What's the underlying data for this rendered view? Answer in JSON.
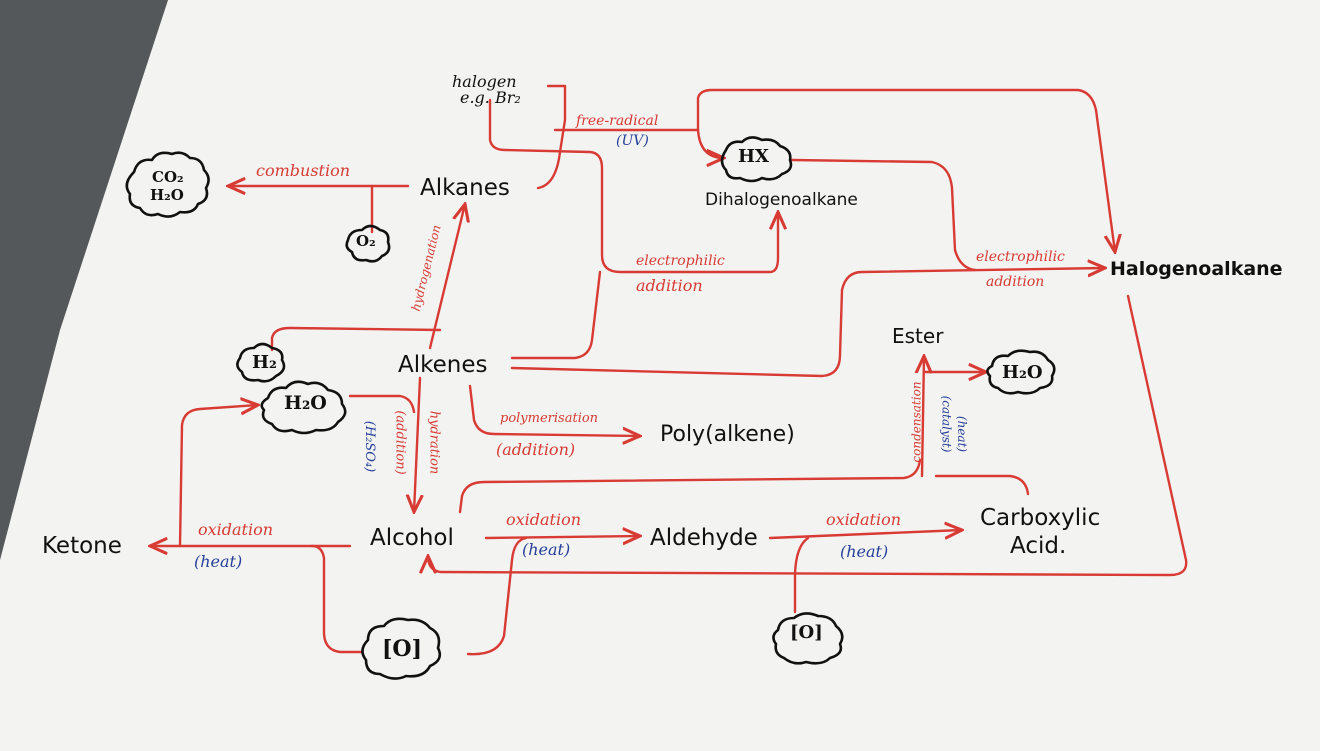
{
  "nodes": {
    "alkanes": "Alkanes",
    "alkenes": "Alkenes",
    "alcohol": "Alcohol",
    "aldehyde": "Aldehyde",
    "carboxylic_acid_line1": "Carboxylic",
    "carboxylic_acid_line2": "Acid.",
    "ketone": "Ketone",
    "ester": "Ester",
    "polyalkene": "Poly(alkene)",
    "dihalogenoalkane": "Dihalogenoalkane",
    "halogenoalkane": "Halogenoalkane"
  },
  "reagents": {
    "halogen_line1": "halogen",
    "halogen_line2": "e.g. Br₂",
    "co2": "CO₂",
    "h2o_product": "H₂O",
    "o2": "O₂",
    "h2": "H₂",
    "h2o_hydration": "H₂O",
    "hx": "HX",
    "h2o_condensation": "H₂O",
    "oxidant_left": "[O]",
    "oxidant_right": "[O]"
  },
  "labels": {
    "combustion": "combustion",
    "free_radical": "free-radical",
    "uv": "(UV)",
    "electrophilic_1": "electrophilic",
    "addition_1": "addition",
    "electrophilic_2": "electrophilic",
    "addition_2": "addition",
    "hydrogenation": "hydrogenation",
    "hydration": "hydration",
    "addition_hydration": "(addition)",
    "h2so4": "(H₂SO₄)",
    "polymerisation": "polymerisation",
    "addition_poly": "(addition)",
    "condensation": "condensation",
    "catalyst": "(catalyst)",
    "heat_cond": "(heat)",
    "oxidation_1": "oxidation",
    "heat_1": "(heat)",
    "oxidation_2": "oxidation",
    "heat_2": "(heat)",
    "oxidation_3": "oxidation",
    "heat_3": "(heat)"
  },
  "colors": {
    "arrow": "#d83a34",
    "condition": "#26409a",
    "text": "#111111",
    "board": "#f4f4f2"
  }
}
